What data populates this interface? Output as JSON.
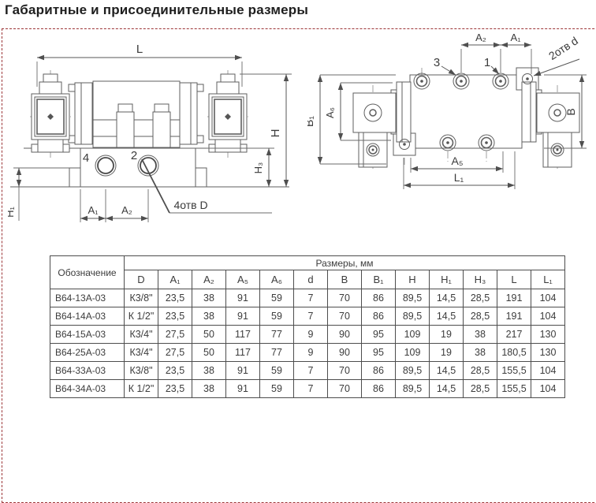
{
  "page": {
    "title": "Габаритные и присоединительные размеры"
  },
  "colors": {
    "frame_dashed": "#9c3537",
    "line": "#5f5f5f",
    "text": "#3b3b3b"
  },
  "front_view": {
    "labels": {
      "L": "L",
      "H": "H",
      "H3": "H₃",
      "H1": "H₁",
      "A1": "A₁",
      "A2": "A₂",
      "holes": "4отв D",
      "port4": "4",
      "port2": "2"
    }
  },
  "top_view": {
    "labels": {
      "A2": "A₂",
      "A1": "A₁",
      "holes": "2отв d",
      "port3": "3",
      "port1": "1",
      "B1": "B₁",
      "A6": "A₆",
      "B": "B",
      "A5": "A₅",
      "L1": "L₁"
    }
  },
  "table": {
    "col1_header": "Обозначение",
    "group_header": "Размеры, мм",
    "columns": [
      "D",
      "A₁",
      "A₂",
      "A₅",
      "A₆",
      "d",
      "B",
      "B₁",
      "H",
      "H₁",
      "H₃",
      "L",
      "L₁"
    ],
    "rows": [
      {
        "name": "В64-13А-03",
        "values": [
          "К3/8\"",
          "23,5",
          "38",
          "91",
          "59",
          "7",
          "70",
          "86",
          "89,5",
          "14,5",
          "28,5",
          "191",
          "104"
        ]
      },
      {
        "name": "В64-14А-03",
        "values": [
          "К 1/2\"",
          "23,5",
          "38",
          "91",
          "59",
          "7",
          "70",
          "86",
          "89,5",
          "14,5",
          "28,5",
          "191",
          "104"
        ]
      },
      {
        "name": "В64-15А-03",
        "values": [
          "К3/4\"",
          "27,5",
          "50",
          "117",
          "77",
          "9",
          "90",
          "95",
          "109",
          "19",
          "38",
          "217",
          "130"
        ]
      },
      {
        "name": "В64-25А-03",
        "values": [
          "К3/4\"",
          "27,5",
          "50",
          "117",
          "77",
          "9",
          "90",
          "95",
          "109",
          "19",
          "38",
          "180,5",
          "130"
        ]
      },
      {
        "name": "В64-33А-03",
        "values": [
          "К3/8\"",
          "23,5",
          "38",
          "91",
          "59",
          "7",
          "70",
          "86",
          "89,5",
          "14,5",
          "28,5",
          "155,5",
          "104"
        ]
      },
      {
        "name": "В64-34А-03",
        "values": [
          "К 1/2\"",
          "23,5",
          "38",
          "91",
          "59",
          "7",
          "70",
          "86",
          "89,5",
          "14,5",
          "28,5",
          "155,5",
          "104"
        ]
      }
    ]
  }
}
